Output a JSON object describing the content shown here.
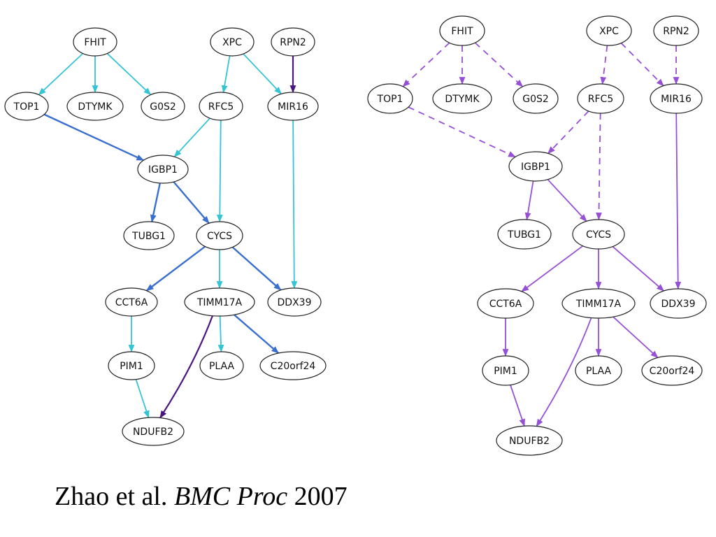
{
  "colors": {
    "cyan": "#35c4d4",
    "blue": "#3a6fd0",
    "dark_purple": "#4a1580",
    "violet": "#9650d6"
  },
  "graphs": [
    {
      "id": "left",
      "nodes": [
        "FHIT",
        "XPC",
        "RPN2",
        "TOP1",
        "DTYMK",
        "G0S2",
        "RFC5",
        "MIR16",
        "IGBP1",
        "TUBG1",
        "CYCS",
        "CCT6A",
        "TIMM17A",
        "DDX39",
        "PIM1",
        "PLAA",
        "C20orf24",
        "NDUFB2"
      ],
      "edges": [
        {
          "from": "FHIT",
          "to": "TOP1",
          "color": "cyan",
          "style": "solid"
        },
        {
          "from": "FHIT",
          "to": "DTYMK",
          "color": "cyan",
          "style": "solid"
        },
        {
          "from": "FHIT",
          "to": "G0S2",
          "color": "cyan",
          "style": "solid"
        },
        {
          "from": "XPC",
          "to": "RFC5",
          "color": "cyan",
          "style": "solid"
        },
        {
          "from": "XPC",
          "to": "MIR16",
          "color": "cyan",
          "style": "solid"
        },
        {
          "from": "RPN2",
          "to": "MIR16",
          "color": "dark_purple",
          "style": "solid"
        },
        {
          "from": "TOP1",
          "to": "IGBP1",
          "color": "blue",
          "style": "solid"
        },
        {
          "from": "RFC5",
          "to": "IGBP1",
          "color": "cyan",
          "style": "solid"
        },
        {
          "from": "RFC5",
          "to": "CYCS",
          "color": "cyan",
          "style": "solid"
        },
        {
          "from": "MIR16",
          "to": "DDX39",
          "color": "cyan",
          "style": "solid"
        },
        {
          "from": "IGBP1",
          "to": "TUBG1",
          "color": "blue",
          "style": "solid"
        },
        {
          "from": "IGBP1",
          "to": "CYCS",
          "color": "blue",
          "style": "solid"
        },
        {
          "from": "CYCS",
          "to": "CCT6A",
          "color": "blue",
          "style": "solid"
        },
        {
          "from": "CYCS",
          "to": "TIMM17A",
          "color": "cyan",
          "style": "solid"
        },
        {
          "from": "CYCS",
          "to": "DDX39",
          "color": "blue",
          "style": "solid"
        },
        {
          "from": "CCT6A",
          "to": "PIM1",
          "color": "cyan",
          "style": "solid"
        },
        {
          "from": "TIMM17A",
          "to": "PLAA",
          "color": "cyan",
          "style": "solid"
        },
        {
          "from": "TIMM17A",
          "to": "C20orf24",
          "color": "blue",
          "style": "solid"
        },
        {
          "from": "TIMM17A",
          "to": "NDUFB2",
          "color": "dark_purple",
          "style": "solid"
        },
        {
          "from": "PIM1",
          "to": "NDUFB2",
          "color": "cyan",
          "style": "solid"
        }
      ]
    },
    {
      "id": "right",
      "nodes": [
        "FHIT",
        "XPC",
        "RPN2",
        "TOP1",
        "DTYMK",
        "G0S2",
        "RFC5",
        "MIR16",
        "IGBP1",
        "TUBG1",
        "CYCS",
        "CCT6A",
        "TIMM17A",
        "DDX39",
        "PIM1",
        "PLAA",
        "C20orf24",
        "NDUFB2"
      ],
      "edges": [
        {
          "from": "FHIT",
          "to": "TOP1",
          "color": "violet",
          "style": "dashed"
        },
        {
          "from": "FHIT",
          "to": "DTYMK",
          "color": "violet",
          "style": "dashed"
        },
        {
          "from": "FHIT",
          "to": "G0S2",
          "color": "violet",
          "style": "dashed"
        },
        {
          "from": "XPC",
          "to": "RFC5",
          "color": "violet",
          "style": "dashed"
        },
        {
          "from": "XPC",
          "to": "MIR16",
          "color": "violet",
          "style": "dashed"
        },
        {
          "from": "RPN2",
          "to": "MIR16",
          "color": "violet",
          "style": "dashed"
        },
        {
          "from": "TOP1",
          "to": "IGBP1",
          "color": "violet",
          "style": "dashed"
        },
        {
          "from": "RFC5",
          "to": "IGBP1",
          "color": "violet",
          "style": "dashed"
        },
        {
          "from": "RFC5",
          "to": "CYCS",
          "color": "violet",
          "style": "dashed"
        },
        {
          "from": "MIR16",
          "to": "DDX39",
          "color": "violet",
          "style": "solid"
        },
        {
          "from": "IGBP1",
          "to": "TUBG1",
          "color": "violet",
          "style": "solid"
        },
        {
          "from": "IGBP1",
          "to": "CYCS",
          "color": "violet",
          "style": "solid"
        },
        {
          "from": "CYCS",
          "to": "CCT6A",
          "color": "violet",
          "style": "solid"
        },
        {
          "from": "CYCS",
          "to": "TIMM17A",
          "color": "violet",
          "style": "solid"
        },
        {
          "from": "CYCS",
          "to": "DDX39",
          "color": "violet",
          "style": "solid"
        },
        {
          "from": "CCT6A",
          "to": "PIM1",
          "color": "violet",
          "style": "solid"
        },
        {
          "from": "TIMM17A",
          "to": "PLAA",
          "color": "violet",
          "style": "solid"
        },
        {
          "from": "TIMM17A",
          "to": "C20orf24",
          "color": "violet",
          "style": "solid"
        },
        {
          "from": "TIMM17A",
          "to": "NDUFB2",
          "color": "violet",
          "style": "solid"
        },
        {
          "from": "PIM1",
          "to": "NDUFB2",
          "color": "violet",
          "style": "solid"
        }
      ]
    }
  ],
  "citation": {
    "authors": "Zhao et al.",
    "journal": "BMC Proc",
    "year": "2007"
  }
}
